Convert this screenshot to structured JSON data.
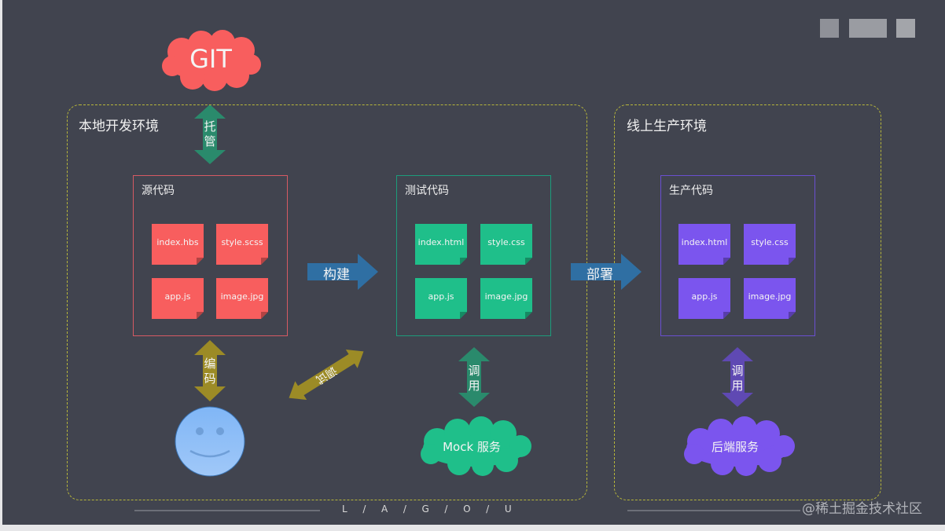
{
  "colors": {
    "background": "#41444f",
    "env_border": "#b7b63a",
    "source": "#f85e5e",
    "test": "#1fbf8a",
    "prod": "#7b55ee",
    "build_arrow": "#2f6fa3",
    "gold_arrow": "#9c8b26",
    "teal_arrow": "#2a8a6c",
    "purple_arrow": "#5f49b3",
    "smiley": "#8dbdf7"
  },
  "git": {
    "label": "GIT",
    "host_label": [
      "托",
      "管"
    ]
  },
  "local_env": {
    "title": "本地开发环境",
    "source_box": {
      "title": "源代码",
      "files": [
        "index.hbs",
        "style.scss",
        "app.js",
        "image.jpg"
      ]
    },
    "build_label": "构建",
    "test_box": {
      "title": "测试代码",
      "files": [
        "index.html",
        "style.css",
        "app.js",
        "image.jpg"
      ]
    },
    "encode_label": [
      "编",
      "码"
    ],
    "debug_label": "调试",
    "mock_call_label": [
      "调",
      "用"
    ],
    "mock_service": "Mock 服务"
  },
  "deploy_label": "部署",
  "prod_env": {
    "title": "线上生产环境",
    "prod_box": {
      "title": "生产代码",
      "files": [
        "index.html",
        "style.css",
        "app.js",
        "image.jpg"
      ]
    },
    "backend_call_label": [
      "调",
      "用"
    ],
    "backend_service": "后端服务"
  },
  "footer": {
    "brand": "L  /  A  /  G  /  O  /  U",
    "watermark": "@稀土掘金技术社区"
  }
}
